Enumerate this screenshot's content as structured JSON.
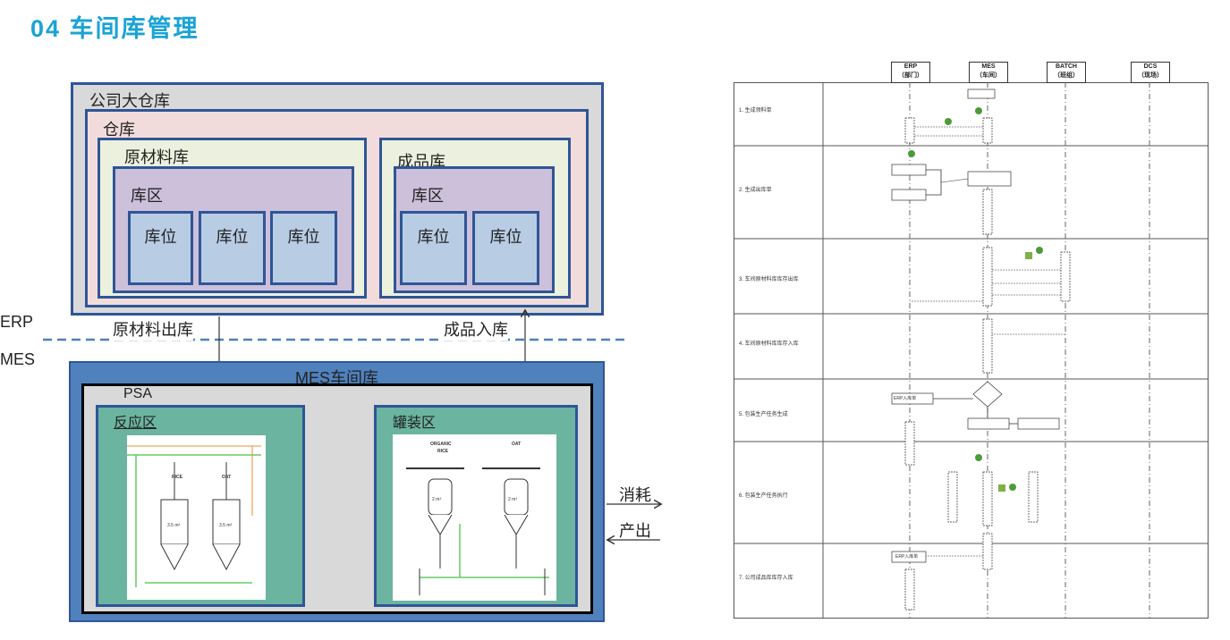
{
  "title": "04 车间库管理",
  "left": {
    "company": "公司大仓库",
    "warehouse": "仓库",
    "raw": {
      "label": "原材料库",
      "zone": "库区",
      "bays": [
        "库位",
        "库位",
        "库位"
      ]
    },
    "finished": {
      "label": "成品库",
      "zone": "库区",
      "bays": [
        "库位",
        "库位"
      ]
    },
    "raw_out": "原材料出库",
    "fg_in": "成品入库",
    "erp": "ERP",
    "mes": "MES",
    "mes_store": "MES车间库",
    "psa": "PSA",
    "reaction": "反应区",
    "filling": "罐装区",
    "consume": "消耗",
    "produce": "产出",
    "reaction_drawing": {
      "labels": [
        "RICE",
        "OAT",
        "3.5 m³",
        "3.5 m³"
      ]
    },
    "filling_drawing": {
      "labels": [
        "ORGANIC",
        "RICE",
        "OAT",
        "2 m³",
        "2 m³"
      ]
    }
  },
  "right": {
    "lanes": [
      {
        "code": "ERP",
        "name": "（部门）"
      },
      {
        "code": "MES",
        "name": "（车间）"
      },
      {
        "code": "BATCH",
        "name": "（班组）"
      },
      {
        "code": "DCS",
        "name": "（现场）"
      }
    ],
    "steps": [
      "1. 生成领料单",
      "2. 生成出库单",
      "3. 车间原材料库库存出库",
      "4. 车间原材料库库存入库",
      "5. 包装生产任务生成",
      "6. 包装生产任务执行",
      "7. 公司成品库库存入库"
    ],
    "notes": [
      "ERP入库单",
      "ERP入库单"
    ]
  },
  "colors": {
    "title": "#1aa3d6",
    "border_blue": "#2f5597",
    "company_bg": "#d9d9d9",
    "warehouse_bg": "#f2dcdb",
    "store_bg": "#ebf1de",
    "zone_bg": "#ccc0da",
    "bay_bg": "#b8cce4",
    "mes_bg": "#4f81bd",
    "psa_bg": "#d9d9d9",
    "area_bg": "#6bb5a0",
    "dashed": "#4f81bd"
  }
}
